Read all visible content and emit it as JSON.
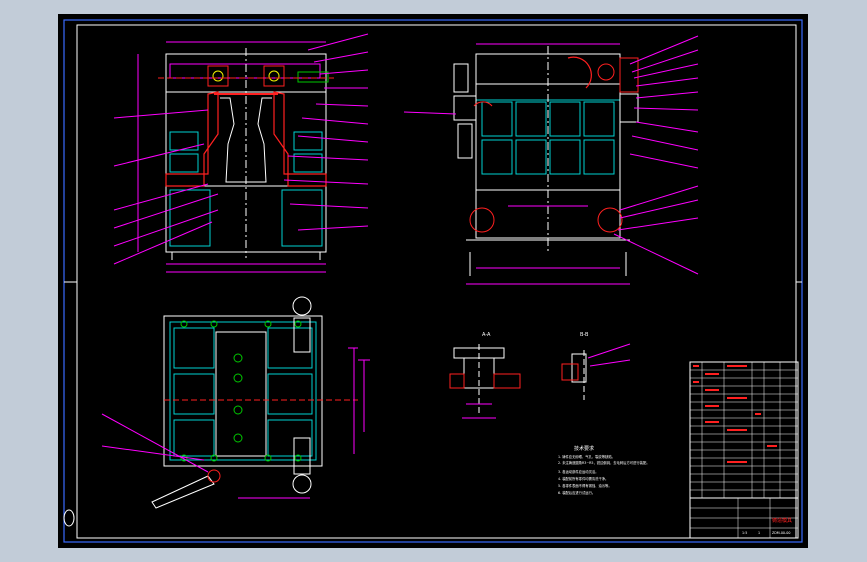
{
  "view": {
    "background": "#c2ccd8",
    "paper": "#000000"
  },
  "colors": {
    "cyan": "#00d2d2",
    "white": "#ffffff",
    "magenta": "#ff00ff",
    "red": "#ff2020",
    "yellow": "#f0f000",
    "blue": "#3a6bff",
    "green": "#00c800"
  },
  "section_labels": {
    "a": "A-A",
    "b": "B-B"
  },
  "tech_requirements": {
    "title": "技术要求",
    "lines": [
      "1. 铸件应无砂眼、气孔、裂纹等缺陷。",
      "2. 未注铸造圆角R3~R5，锐边倒钝，去毛刺后方可进行装配。",
      "3. 各运动部件应运动灵活。",
      "4. 装配前所有零件均需清洗干净。",
      "5. 各零件表面不得有锈蚀、油污等。",
      "6. 装配后应进行试运行。"
    ]
  },
  "title_block": {
    "title_text": "铸造模具",
    "drawing_no": "ZDM-00-00",
    "scale": "1:5",
    "sheet": "1"
  },
  "icons": {
    "ucs": "ucs-icon"
  }
}
